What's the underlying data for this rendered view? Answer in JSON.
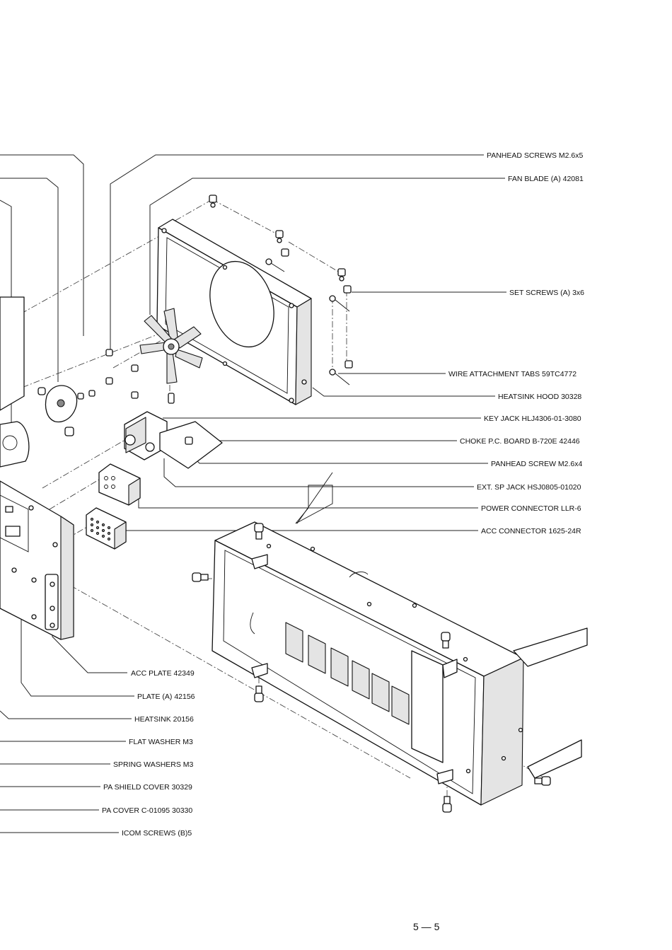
{
  "labels_right": {
    "panhead_screws_m26x5": "PANHEAD SCREWS M2.6x5",
    "fan_blade": "FAN BLADE (A) 42081",
    "set_screws": "SET SCREWS (A) 3x6",
    "wire_attachment_tabs": "WIRE ATTACHMENT TABS 59TC4772",
    "heatsink_hood": "HEATSINK HOOD 30328",
    "key_jack": "KEY JACK HLJ4306-01-3080",
    "choke_pc_board": "CHOKE P.C. BOARD B-720E 42446",
    "panhead_screw_m26x4": "PANHEAD SCREW M2.6x4",
    "ext_sp_jack": "EXT. SP JACK HSJ0805-01020",
    "power_connector": "POWER CONNECTOR LLR-6",
    "acc_connector": "ACC CONNECTOR 1625-24R"
  },
  "labels_left": {
    "acc_plate": "ACC PLATE 42349",
    "plate_a": "PLATE (A) 42156",
    "heatsink": "HEATSINK 20156",
    "flat_washer": "FLAT WASHER M3",
    "spring_washers": "SPRING WASHERS M3",
    "pa_shield_cover": "PA SHIELD COVER 30329",
    "pa_cover": "PA COVER C-01095 30330",
    "icom_screws": "ICOM SCREWS (B)5"
  },
  "page_number": "5 — 5"
}
